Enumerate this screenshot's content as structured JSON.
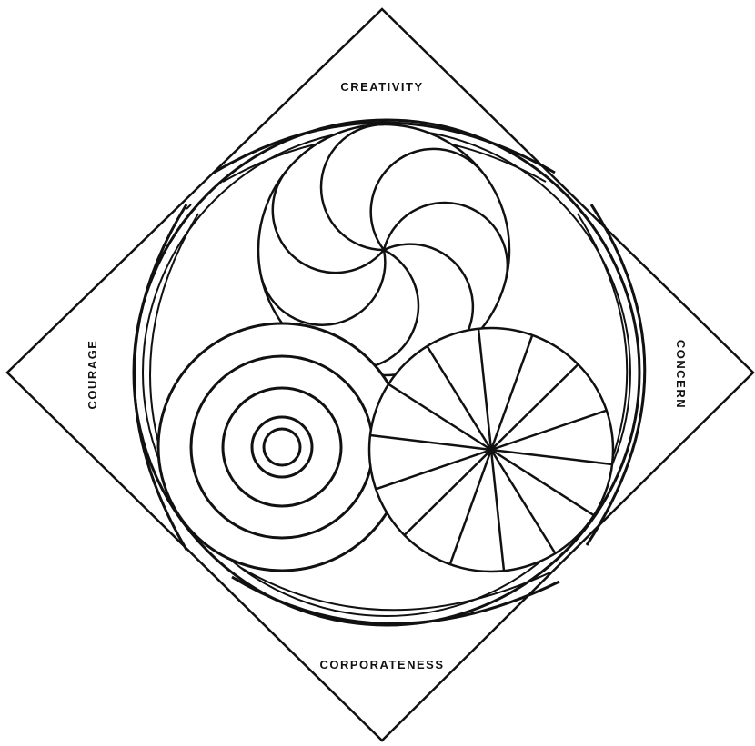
{
  "labels": {
    "top": "CREATIVITY",
    "right": "CONCERN",
    "bottom": "CORPORATENESS",
    "left": "COURAGE"
  },
  "colors": {
    "ink": "#111111",
    "paper": "#ffffff"
  }
}
